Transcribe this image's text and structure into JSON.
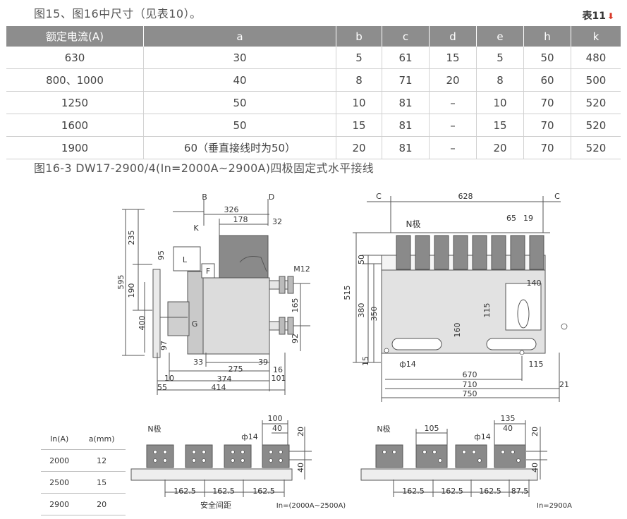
{
  "intro_text": "图15、图16中尺寸（见表10）。",
  "table_ref": "表11",
  "dims_table": {
    "headers": [
      "额定电流(A)",
      "a",
      "b",
      "c",
      "d",
      "e",
      "h",
      "k"
    ],
    "rows": [
      [
        "630",
        "30",
        "5",
        "61",
        "15",
        "5",
        "50",
        "480"
      ],
      [
        "800、1000",
        "40",
        "8",
        "71",
        "20",
        "8",
        "60",
        "500"
      ],
      [
        "1250",
        "50",
        "10",
        "81",
        "–",
        "10",
        "70",
        "520"
      ],
      [
        "1600",
        "50",
        "15",
        "81",
        "–",
        "15",
        "70",
        "520"
      ],
      [
        "1900",
        "60（垂直接线时为50）",
        "20",
        "81",
        "–",
        "20",
        "70",
        "520"
      ]
    ]
  },
  "figure_caption": "图16-3 DW17-2900/4(In=2000A~2900A)四极固定式水平接线",
  "side_view": {
    "labels": [
      "B",
      "D",
      "K",
      "L",
      "F",
      "G",
      "M12"
    ],
    "dims": [
      "326",
      "178",
      "32",
      "235",
      "95",
      "595",
      "190",
      "400",
      "165",
      "92",
      "97",
      "33",
      "275",
      "39",
      "16",
      "374",
      "101",
      "10",
      "55",
      "414"
    ]
  },
  "front_view": {
    "labels": [
      "C",
      "C",
      "N极"
    ],
    "dims": [
      "628",
      "65",
      "19",
      "515",
      "50",
      "380",
      "350",
      "140",
      "115",
      "160",
      "15",
      "ф14",
      "115",
      "670",
      "710",
      "750",
      "21"
    ]
  },
  "current_table": {
    "headers": [
      "In(A)",
      "a(mm)"
    ],
    "rows": [
      [
        "2000",
        "12"
      ],
      [
        "2500",
        "15"
      ],
      [
        "2900",
        "20"
      ]
    ]
  },
  "bottom_left": {
    "pole_label": "N极",
    "dims": [
      "100",
      "40",
      "ф14",
      "20",
      "40",
      "162.5",
      "162.5",
      "162.5"
    ],
    "safe_distance": "安全间距",
    "range_note": "In=(2000A~2500A)"
  },
  "bottom_right": {
    "pole_label": "N极",
    "dims": [
      "105",
      "135",
      "40",
      "ф14",
      "20",
      "40",
      "162.5",
      "162.5",
      "162.5",
      "87.5"
    ],
    "range_note": "In=2900A"
  },
  "colors": {
    "header_bg": "#8d8d8d",
    "bar_fill": "#8a8a8a",
    "body_fill": "#dcdcdc",
    "line": "#555555"
  }
}
